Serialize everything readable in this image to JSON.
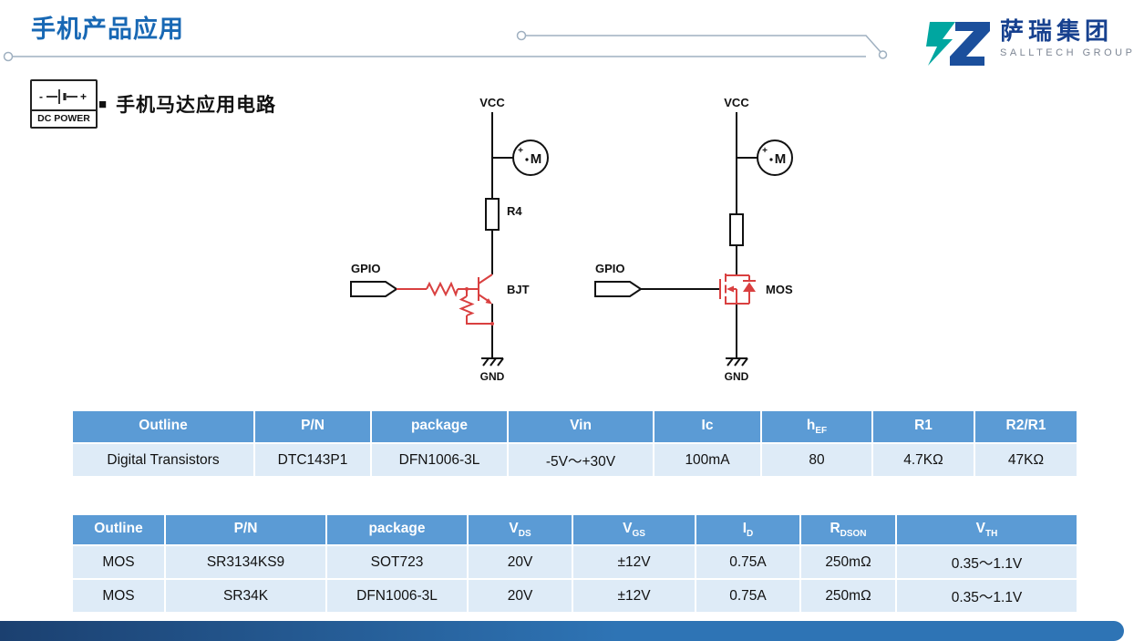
{
  "page": {
    "title": "手机产品应用",
    "bullet": "■",
    "section_title": "手机马达应用电路"
  },
  "logo": {
    "company_cn": "萨瑞集团",
    "company_en": "SALLTECH GROUP"
  },
  "dc_power": {
    "label": "DC POWER",
    "minus": "-",
    "plus": "+"
  },
  "circuit": {
    "left": {
      "vcc_label": "VCC",
      "motor_plus": "+",
      "motor_label": "M",
      "resistor_label": "R4",
      "gpio_label": "GPIO",
      "device_label": "BJT",
      "gnd_label": "GND"
    },
    "right": {
      "vcc_label": "VCC",
      "motor_plus": "+",
      "motor_label": "M",
      "gpio_label": "GPIO",
      "device_label": "MOS",
      "gnd_label": "GND"
    }
  },
  "colors": {
    "title_blue": "#1868B4",
    "table_header_blue": "#5B9BD5",
    "table_row_blue": "#DEEBF7",
    "circuit_red": "#D94040",
    "logo_teal": "#00A6A0",
    "logo_blue": "#1B4F9C",
    "footer_blue_dark": "#1B4070",
    "footer_blue": "#2E74B5"
  },
  "transistor_table": {
    "headers": [
      {
        "label": "Outline",
        "sub": ""
      },
      {
        "label": "P/N",
        "sub": ""
      },
      {
        "label": "package",
        "sub": ""
      },
      {
        "label": "Vin",
        "sub": ""
      },
      {
        "label": "Ic",
        "sub": ""
      },
      {
        "label": "h",
        "sub": "EF"
      },
      {
        "label": "R1",
        "sub": ""
      },
      {
        "label": "R2/R1",
        "sub": ""
      }
    ],
    "rows": [
      [
        "Digital Transistors",
        "DTC143P1",
        "DFN1006-3L",
        "-5V～+30V",
        "100mA",
        "80",
        "4.7KΩ",
        "47KΩ"
      ]
    ]
  },
  "mos_table": {
    "headers": [
      {
        "label": "Outline",
        "sub": ""
      },
      {
        "label": "P/N",
        "sub": ""
      },
      {
        "label": "package",
        "sub": ""
      },
      {
        "label": "V",
        "sub": "DS"
      },
      {
        "label": "V",
        "sub": "GS"
      },
      {
        "label": "I",
        "sub": "D"
      },
      {
        "label": "R",
        "sub": "DSON"
      },
      {
        "label": "V",
        "sub": "TH"
      }
    ],
    "rows": [
      [
        "MOS",
        "SR3134KS9",
        "SOT723",
        "20V",
        "±12V",
        "0.75A",
        "250mΩ",
        "0.35～1.1V"
      ],
      [
        "MOS",
        "SR34K",
        "DFN1006-3L",
        "20V",
        "±12V",
        "0.75A",
        "250mΩ",
        "0.35～1.1V"
      ]
    ]
  }
}
